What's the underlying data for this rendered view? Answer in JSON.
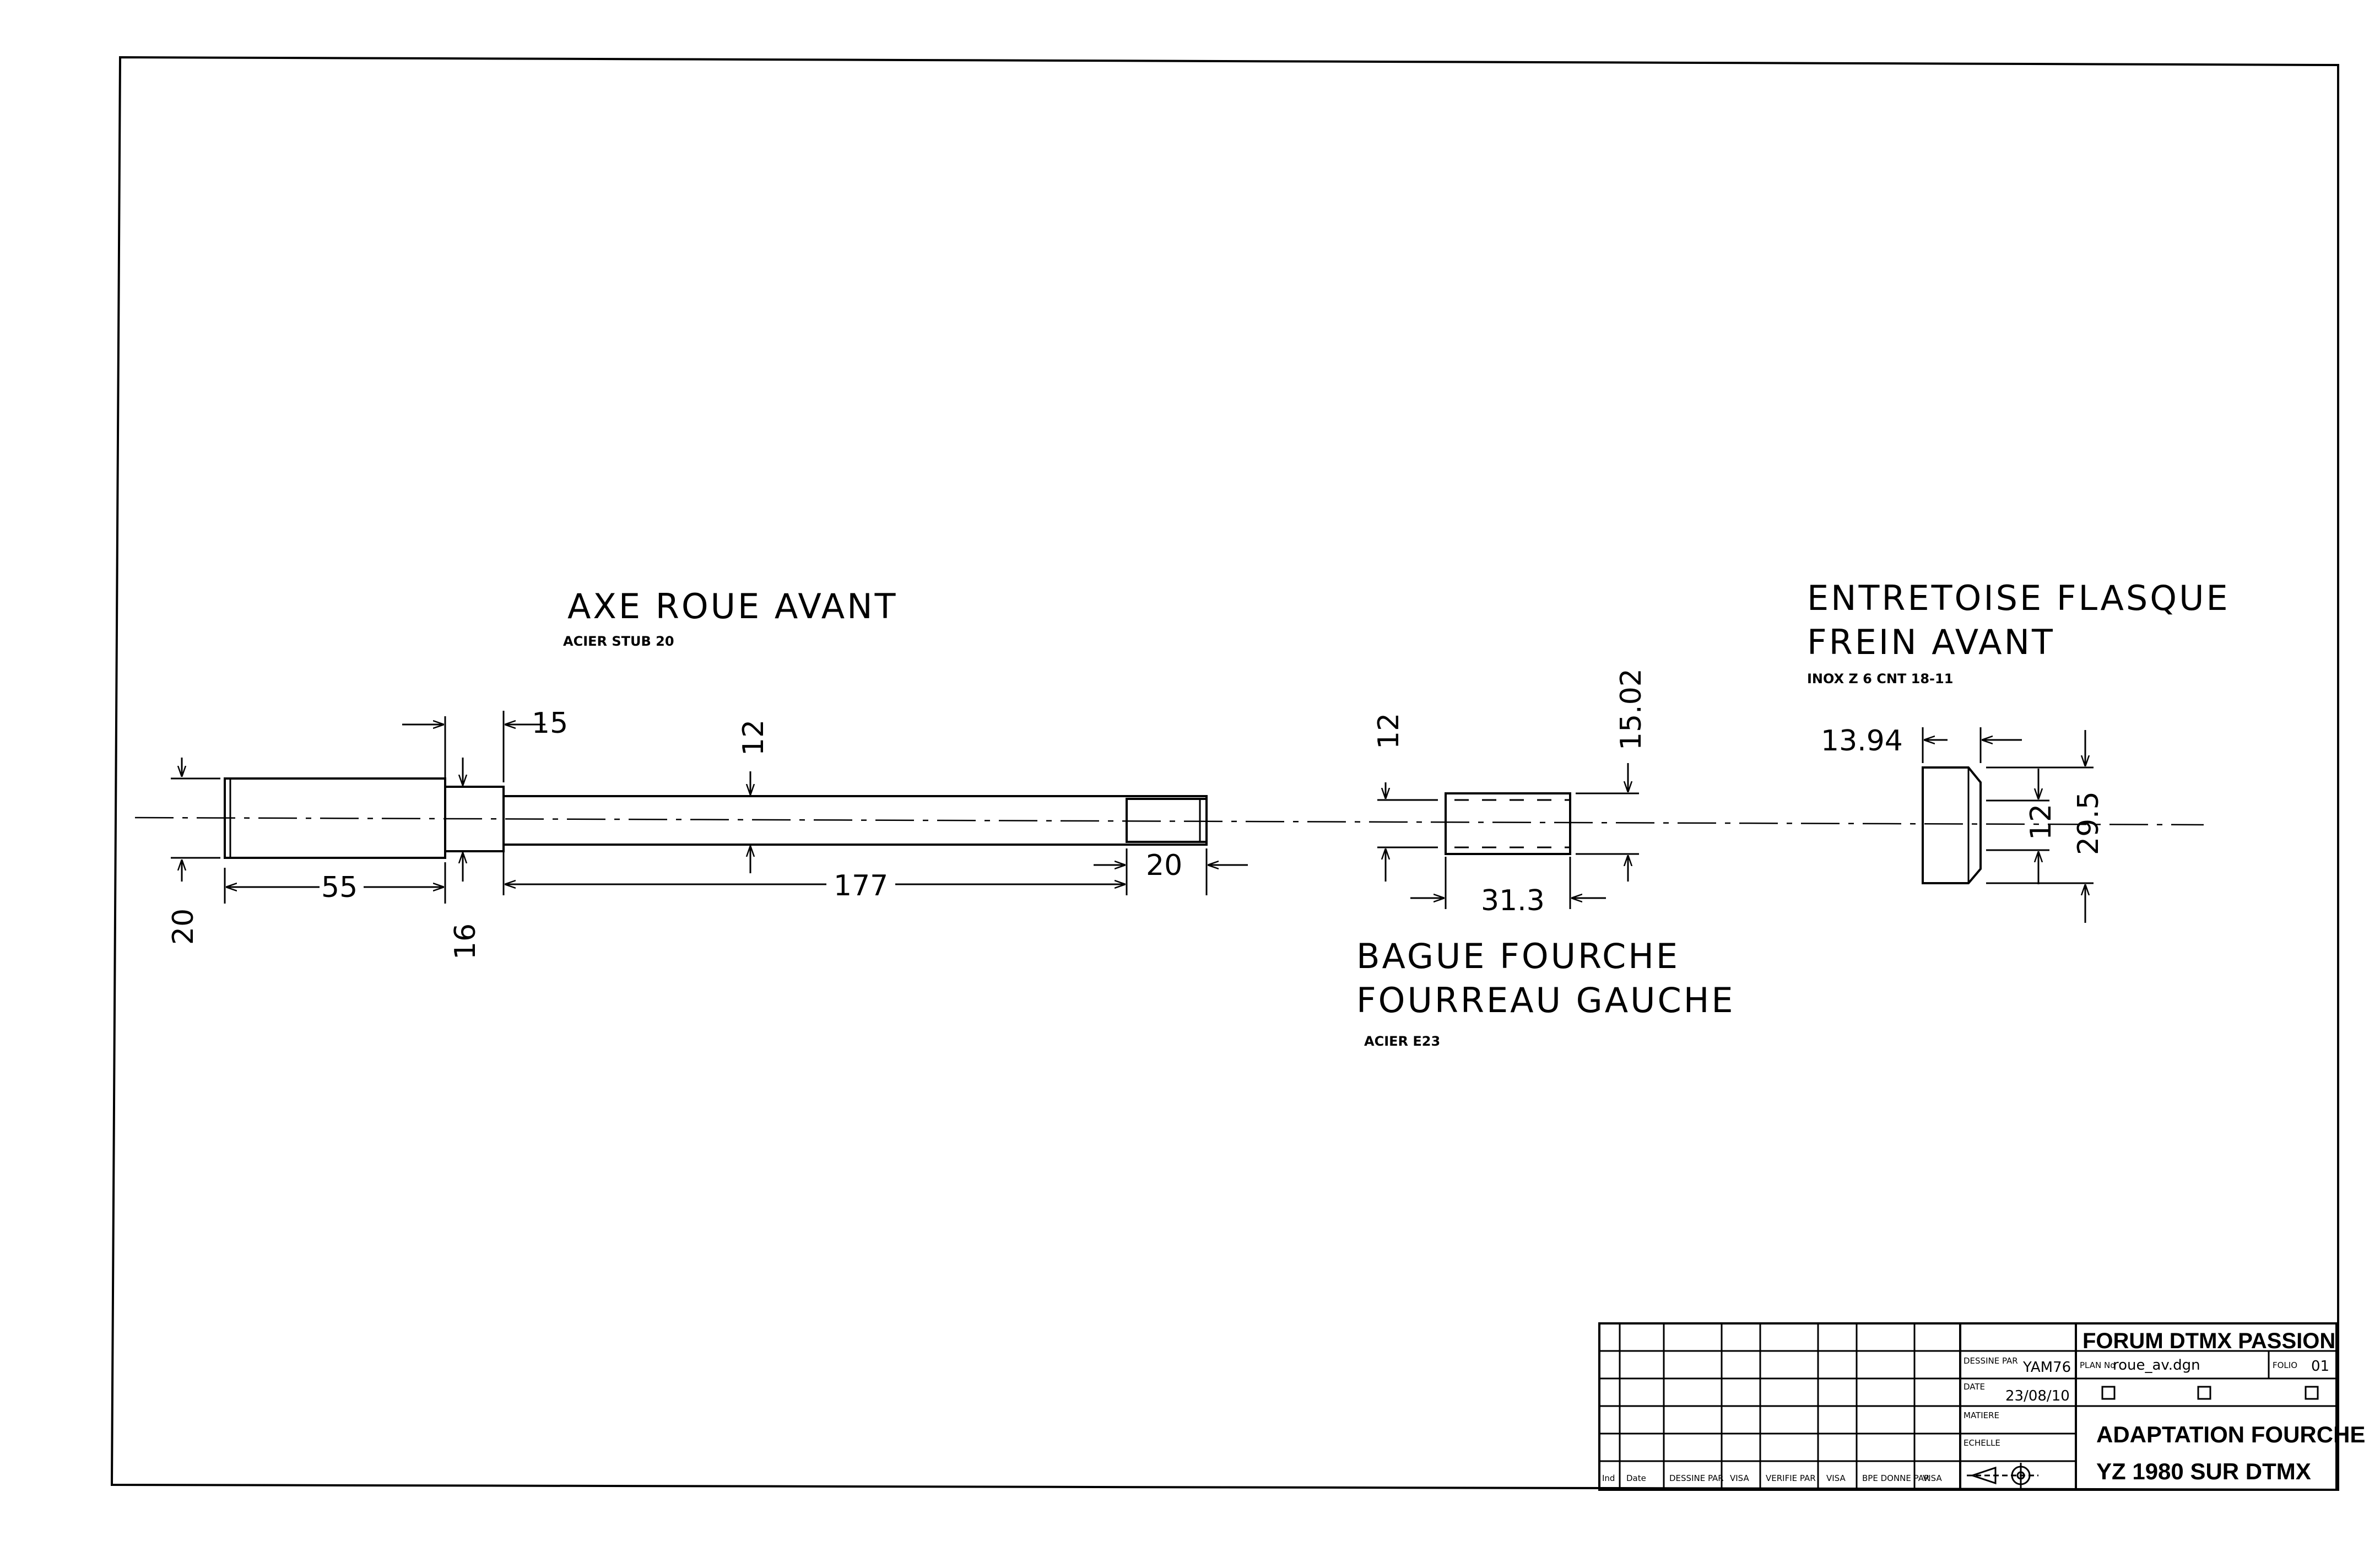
{
  "parts": {
    "axle": {
      "title": "AXE ROUE AVANT",
      "material": "ACIER STUB 20",
      "dims": {
        "dia_left": "20",
        "len_left": "55",
        "collar_width": "15",
        "collar_dia": "16",
        "dia_main": "12",
        "len_main": "177",
        "thread_len": "20"
      }
    },
    "bushing": {
      "title_line1": "BAGUE FOURCHE",
      "title_line2": "FOURREAU GAUCHE",
      "material": "ACIER E23",
      "dims": {
        "inner_dia": "12",
        "outer_dia": "15.02",
        "length": "31.3"
      }
    },
    "spacer": {
      "title_line1": "ENTRETOISE FLASQUE",
      "title_line2": "FREIN AVANT",
      "material": "INOX  Z 6 CNT 18-11",
      "dims": {
        "width": "13.94",
        "inner_dia": "12",
        "outer_dia": "29.5"
      }
    }
  },
  "title_block": {
    "org": "FORUM DTMX PASSION",
    "drawn_by_label": "DESSINE PAR",
    "drawn_by": "YAM76",
    "plan_label": "PLAN No",
    "plan_no": "roue_av.dgn",
    "folio_label": "FOLIO",
    "folio": "01",
    "date_label": "DATE",
    "date": "23/08/10",
    "matiere_label": "MATIERE",
    "echelle_label": "ECHELLE",
    "title_line1": "ADAPTATION FOURCHE",
    "title_line2": "YZ 1980 SUR DTMX",
    "revision_headers": [
      "Ind",
      "Date",
      "DESSINE PAR",
      "VISA",
      "VERIFIE PAR",
      "VISA",
      "BPE DONNE PAR",
      "VISA"
    ]
  }
}
